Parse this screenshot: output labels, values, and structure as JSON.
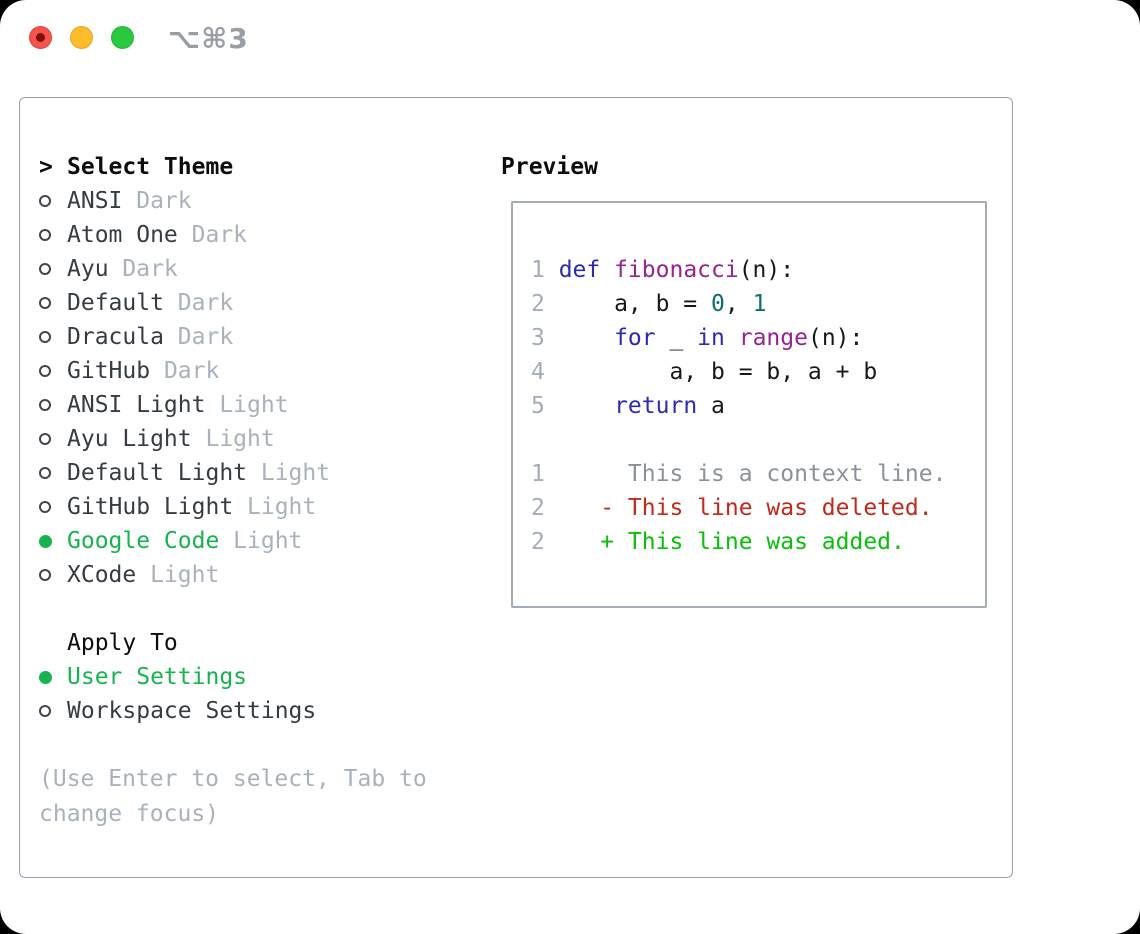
{
  "titlebar": {
    "shortcut": "⌥⌘3",
    "buttons": [
      "close",
      "minimize",
      "zoom"
    ]
  },
  "theme_list": {
    "header": {
      "prefix": ">",
      "label": "Select Theme"
    },
    "items": [
      {
        "name": "ANSI",
        "tag": "Dark",
        "selected": false
      },
      {
        "name": "Atom One",
        "tag": "Dark",
        "selected": false
      },
      {
        "name": "Ayu",
        "tag": "Dark",
        "selected": false
      },
      {
        "name": "Default",
        "tag": "Dark",
        "selected": false
      },
      {
        "name": "Dracula",
        "tag": "Dark",
        "selected": false
      },
      {
        "name": "GitHub",
        "tag": "Dark",
        "selected": false
      },
      {
        "name": "ANSI Light",
        "tag": "Light",
        "selected": false
      },
      {
        "name": "Ayu Light",
        "tag": "Light",
        "selected": false
      },
      {
        "name": "Default Light",
        "tag": "Light",
        "selected": false
      },
      {
        "name": "GitHub Light",
        "tag": "Light",
        "selected": false
      },
      {
        "name": "Google Code",
        "tag": "Light",
        "selected": true
      },
      {
        "name": "XCode",
        "tag": "Light",
        "selected": false
      }
    ]
  },
  "apply_to": {
    "header": "Apply To",
    "options": [
      {
        "name": "User Settings",
        "selected": true
      },
      {
        "name": "Workspace Settings",
        "selected": false
      }
    ]
  },
  "help_lines": [
    "(Use Enter to select, Tab to",
    "change focus)"
  ],
  "preview": {
    "title": "Preview",
    "lines": [
      {
        "num": "",
        "segments": []
      },
      {
        "num": "1",
        "segments": [
          {
            "t": "def ",
            "c": "kw"
          },
          {
            "t": "fibonacci",
            "c": "fn"
          },
          {
            "t": "(n):",
            "c": "plain"
          }
        ]
      },
      {
        "num": "2",
        "segments": [
          {
            "t": "    a, b = ",
            "c": "plain"
          },
          {
            "t": "0",
            "c": "num"
          },
          {
            "t": ", ",
            "c": "plain"
          },
          {
            "t": "1",
            "c": "num"
          }
        ]
      },
      {
        "num": "3",
        "segments": [
          {
            "t": "    ",
            "c": "plain"
          },
          {
            "t": "for",
            "c": "kw"
          },
          {
            "t": " _ ",
            "c": "plain"
          },
          {
            "t": "in",
            "c": "kw"
          },
          {
            "t": " ",
            "c": "plain"
          },
          {
            "t": "range",
            "c": "fn"
          },
          {
            "t": "(n):",
            "c": "plain"
          }
        ]
      },
      {
        "num": "4",
        "segments": [
          {
            "t": "        a, b = b, a + b",
            "c": "plain"
          }
        ]
      },
      {
        "num": "5",
        "segments": [
          {
            "t": "    ",
            "c": "plain"
          },
          {
            "t": "return",
            "c": "kw"
          },
          {
            "t": " a",
            "c": "plain"
          }
        ]
      },
      {
        "num": "",
        "segments": []
      },
      {
        "num": "1",
        "segments": [
          {
            "t": "     This is a context line.",
            "c": "ctx"
          }
        ]
      },
      {
        "num": "2",
        "segments": [
          {
            "t": "   - This line was deleted.",
            "c": "del"
          }
        ]
      },
      {
        "num": "2",
        "segments": [
          {
            "t": "   + This line was added.",
            "c": "add"
          }
        ]
      }
    ]
  },
  "colors": {
    "accent_green": "#17b34f",
    "added_green": "#0abf0a",
    "deleted_red": "#c4281b",
    "keyword_blue": "#2b2bb2",
    "function_purple": "#97238f",
    "number_teal": "#0e6e6e",
    "muted_gray": "#a8b1bc",
    "traffic_red": "#f4544c",
    "traffic_yellow": "#fcbb2d",
    "traffic_green": "#2ac83f"
  }
}
